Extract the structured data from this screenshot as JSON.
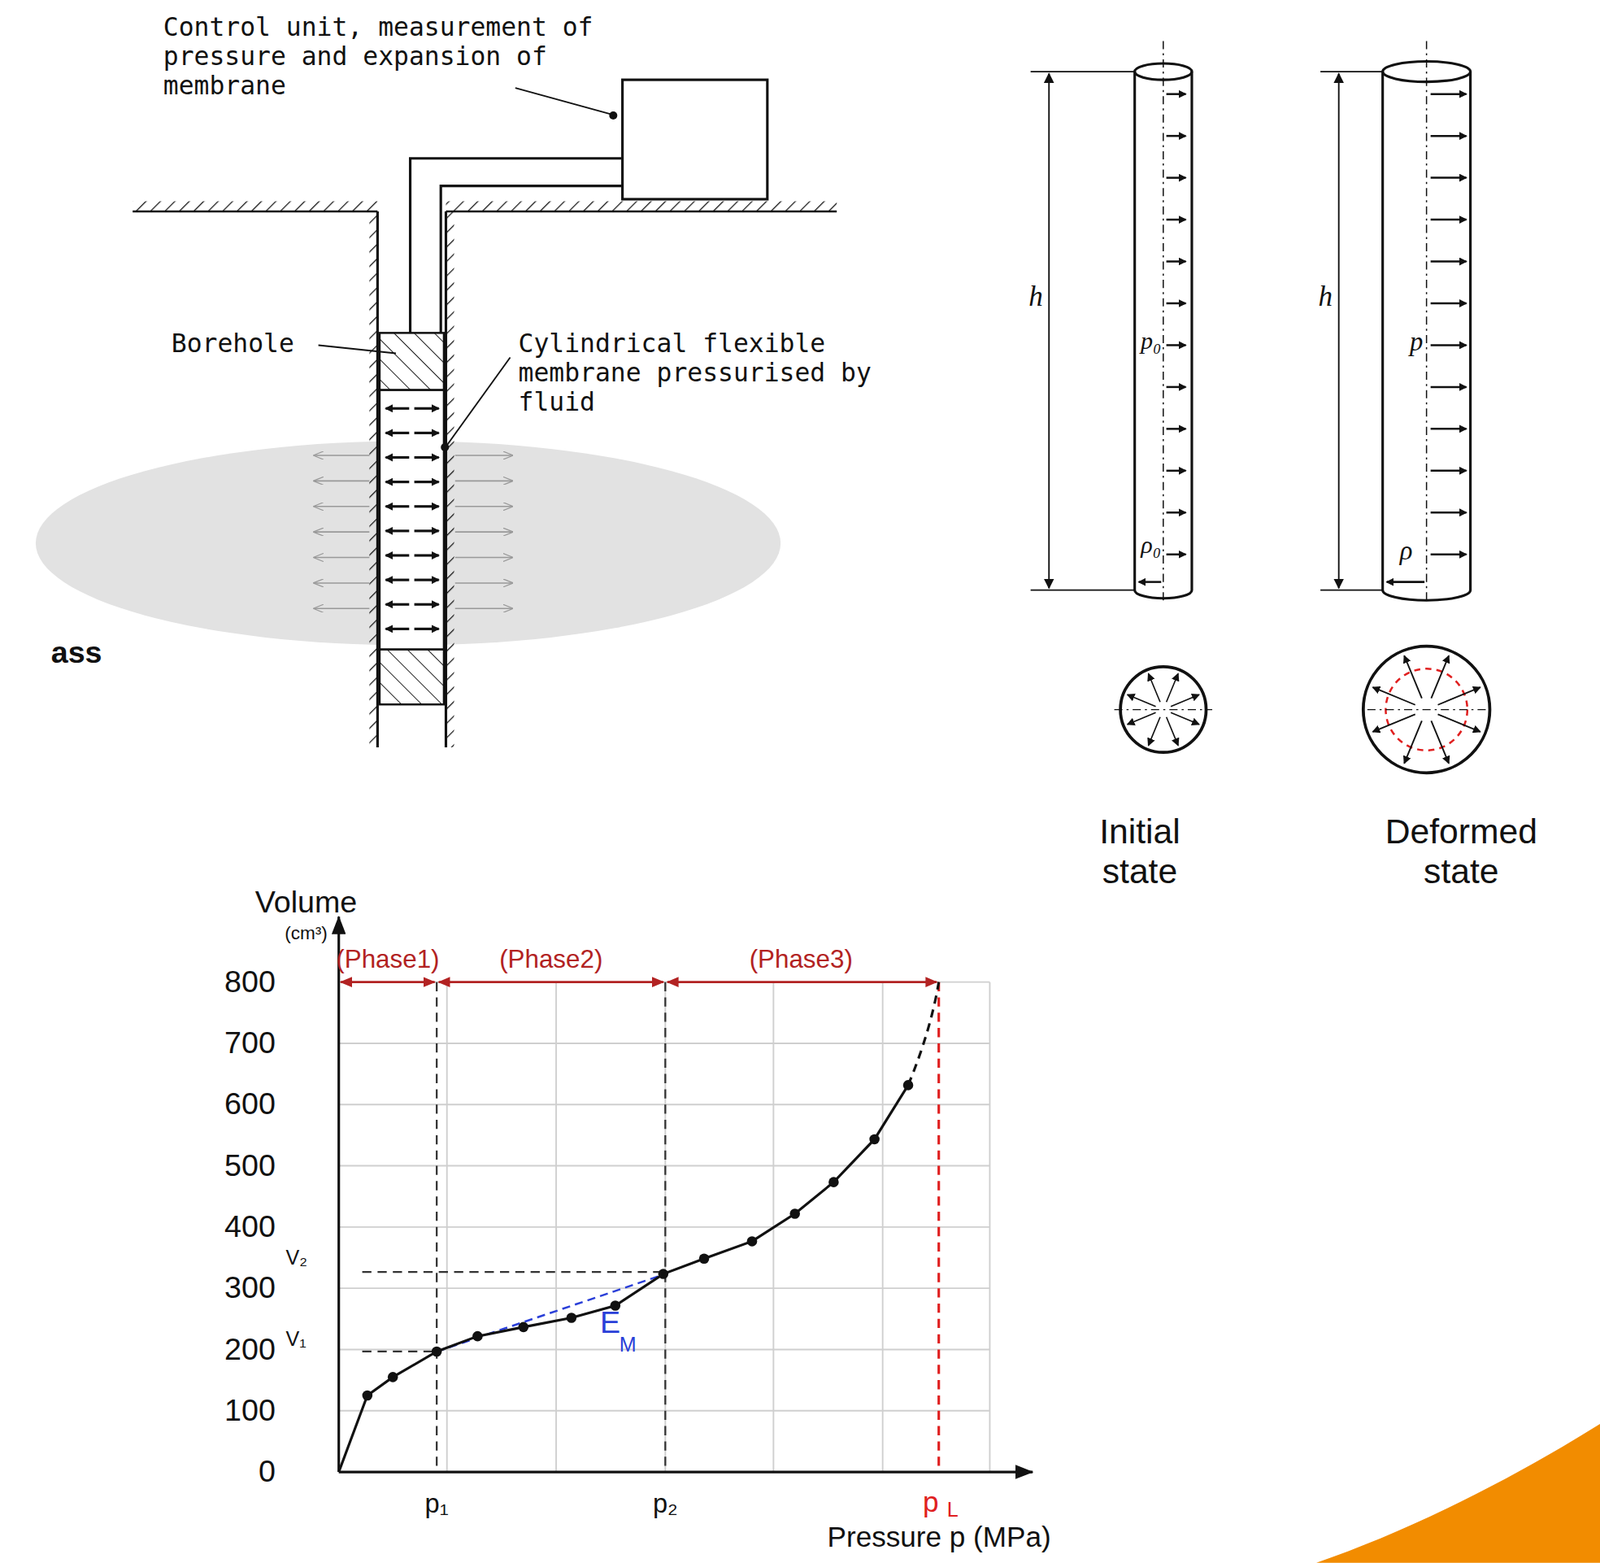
{
  "diagram": {
    "labels": [
      "Control unit, measurement of pressure and expansion of membrane",
      "Borehole",
      "Cylindrical flexible membrane pressurised by fluid",
      "ass",
      "h",
      "p₀",
      "ρ₀",
      "h",
      "p",
      "ρ",
      "Initial state",
      "Deformed state",
      "Volume",
      "(cm³)",
      "(Phase1)",
      "(Phase2)",
      "(Phase3)",
      "800",
      "700",
      "600",
      "500",
      "400",
      "300",
      "200",
      "100",
      "0",
      "V₂",
      "V₁",
      "E",
      "M",
      "p₁",
      "p₂",
      "p",
      "L",
      "Pressure p (MPa)"
    ]
  }
}
